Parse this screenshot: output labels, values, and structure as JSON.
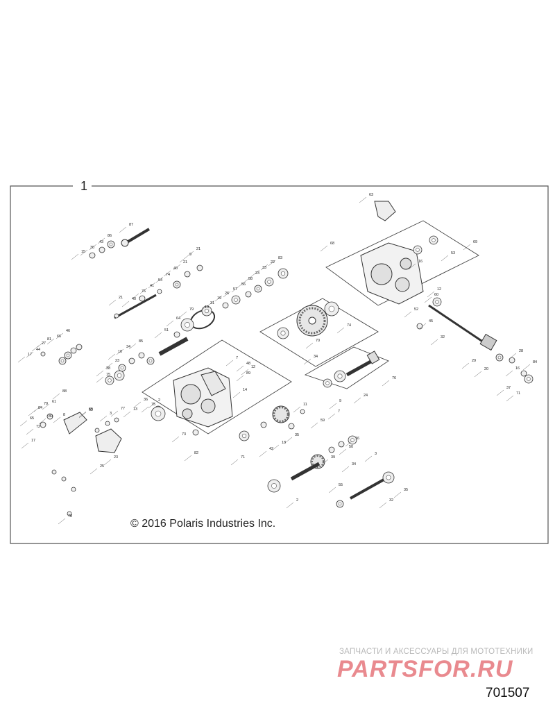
{
  "diagram": {
    "frame_label": "1",
    "copyright": "© 2016 Polaris Industries Inc.",
    "figure_number": "701507"
  },
  "watermark": {
    "tagline": "ЗАПЧАСТИ И АКСЕССУАРЫ ДЛЯ МОТОТЕХНИКИ",
    "logo": "PARTSFOR.RU",
    "logo_color": "#e98a8f"
  },
  "callouts": [
    "87",
    "15",
    "30",
    "43",
    "86",
    "21",
    "9",
    "21",
    "40",
    "74",
    "54",
    "41",
    "76",
    "40",
    "21",
    "83",
    "22",
    "33",
    "23",
    "58",
    "56",
    "57",
    "26",
    "19",
    "31",
    "10",
    "79",
    "64",
    "51",
    "85",
    "34",
    "10",
    "38",
    "23",
    "15",
    "17",
    "44",
    "27",
    "81",
    "66",
    "46",
    "70",
    "34",
    "74",
    "36",
    "13",
    "7",
    "48",
    "12",
    "14",
    "89",
    "2",
    "75",
    "73",
    "82",
    "69",
    "68",
    "63",
    "16",
    "53",
    "12",
    "60",
    "52",
    "45",
    "32",
    "29",
    "20",
    "28",
    "16",
    "84",
    "37",
    "71",
    "24",
    "76",
    "9",
    "7",
    "11",
    "59",
    "18",
    "35",
    "42",
    "71",
    "8",
    "72",
    "79",
    "61",
    "88",
    "62",
    "84",
    "80",
    "65",
    "3",
    "77",
    "78",
    "25",
    "65",
    "23",
    "16",
    "34",
    "50",
    "39",
    "55",
    "35",
    "32",
    "2",
    "3",
    "17"
  ],
  "colors": {
    "line": "#333333",
    "frame": "#555555"
  }
}
